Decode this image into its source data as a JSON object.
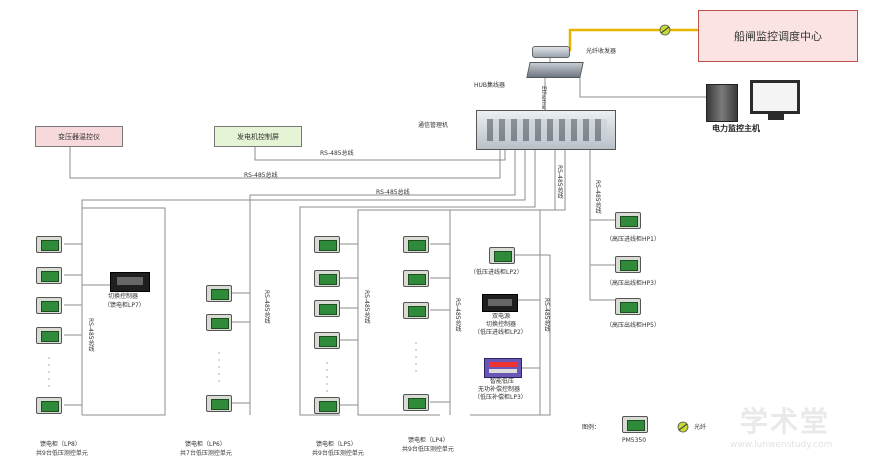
{
  "nodes": {
    "center": "船闸监控调度中心",
    "fiber_tx": "光纤收发器",
    "hub": "HUB集线器",
    "ethernet": "Ethernet",
    "host": "电力监控主机",
    "comm": "通信管理机",
    "transformer": "变压器温控仪",
    "generator": "发电机控制屏"
  },
  "links": {
    "rs485_a": "RS-485总线",
    "rs485_b": "RS-485总线",
    "rs485_c": "RS-485总线",
    "bus_v1": "RS-485总线",
    "bus_v2": "RS-485总线",
    "bus_v3": "RS-485总线",
    "bus_v4": "RS-485总线",
    "bus_v5": "RS-485总线",
    "bus_v6": "RS-485总线",
    "bus_v7": "RS-485总线"
  },
  "devices": {
    "lp7_switch": "切换控制器",
    "lp7_name": "（馈电柜LP7）",
    "lp2_meter": "（低压进线柜LP2）",
    "lp2_switch_1": "双电源",
    "lp2_switch_2": "切换控制器",
    "lp2_switch_3": "（低压进线柜LP2）",
    "lp3_1": "智能低压",
    "lp3_2": "无功补偿控制器",
    "lp3_3": "（低压补偿柜LP3）",
    "hp1": "（高压进线柜HP1）",
    "hp3": "（高压出线柜HP3）",
    "hp5": "（高压出线柜HP5）"
  },
  "groups": [
    {
      "title": "馈电柜（LP8）",
      "sub": "共9台低压测控单元"
    },
    {
      "title": "馈电柜（LP6）",
      "sub": "共7台低压测控单元"
    },
    {
      "title": "馈电柜（LP5）",
      "sub": "共9台低压测控单元"
    },
    {
      "title": "馈电柜（LP4）",
      "sub": "共9台低压测控单元"
    }
  ],
  "legend": {
    "title": "图例：",
    "meter": "PM5350",
    "fiber": "光纤"
  },
  "watermark": {
    "title": "学术堂",
    "url": "www.lunwenstudy.com"
  },
  "colors": {
    "fiber": "#e8b400",
    "center_fill": "#fbe3e3",
    "center_border": "#c0504d",
    "pink_fill": "#f7d9dc",
    "green_fill": "#e6f4d6",
    "line": "#9a9a9a"
  }
}
